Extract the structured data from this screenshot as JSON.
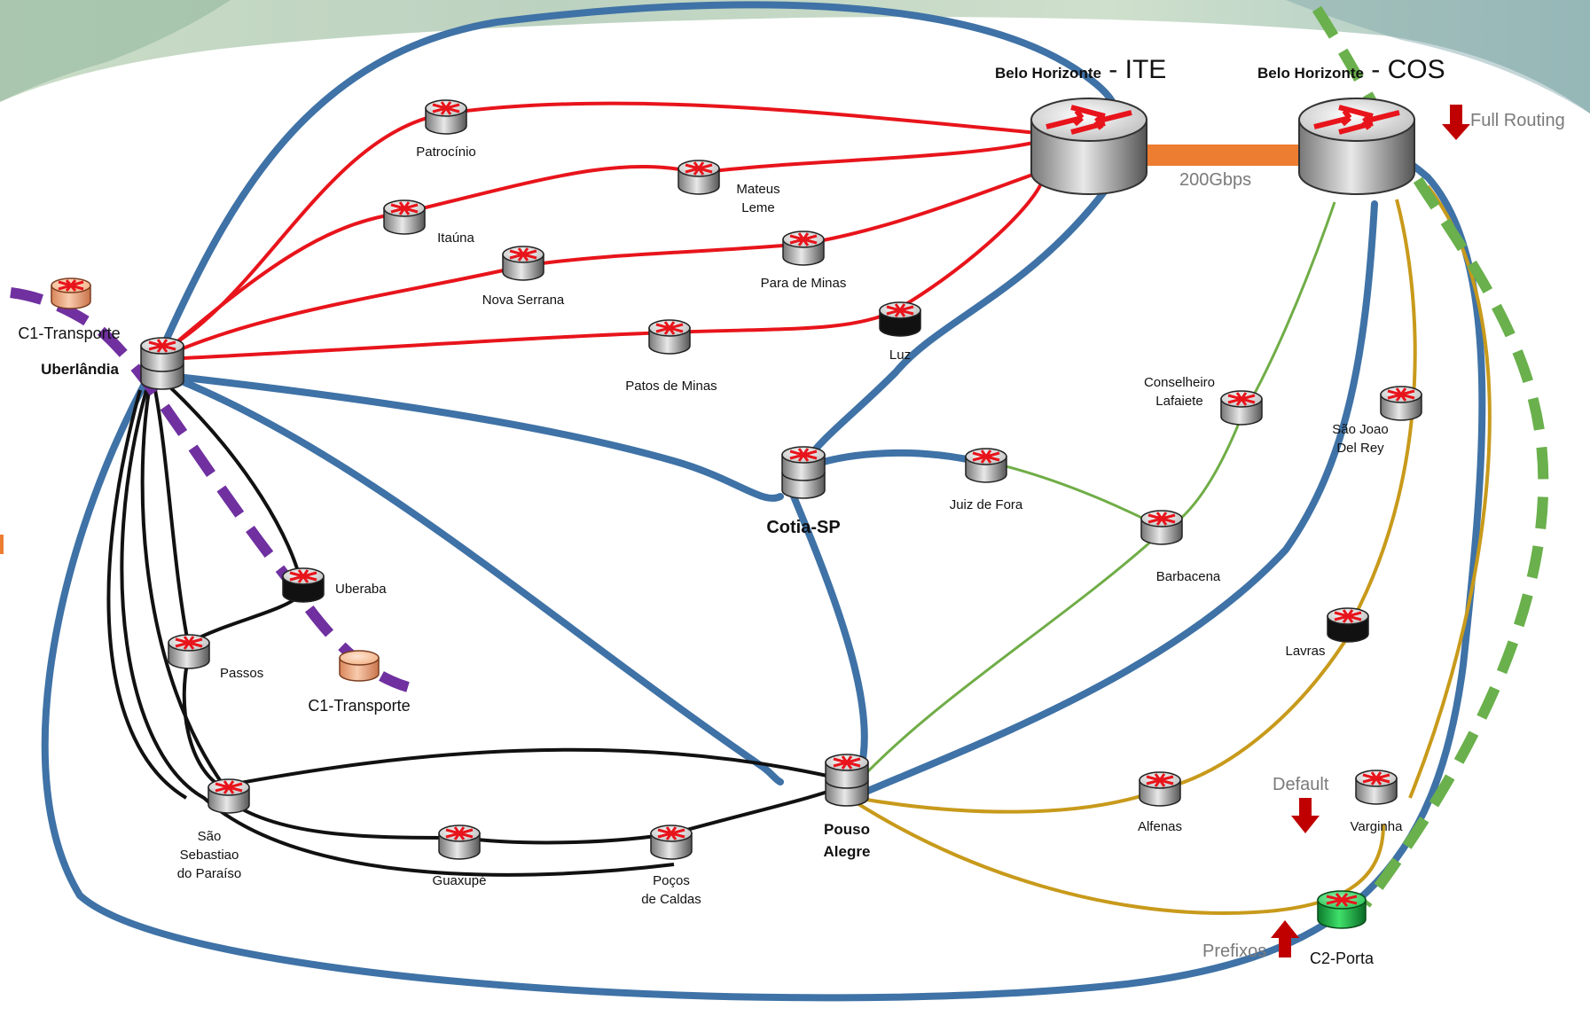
{
  "colors": {
    "red": "#e8141b",
    "blue": "#3f72a6",
    "black": "#111111",
    "green": "#70ad47",
    "green_dash": "#6ab04c",
    "gold": "#c89a1b",
    "orange": "#ed7d31",
    "purple": "#7030a0",
    "arrow_red": "#c00000"
  },
  "headers": {
    "ite": {
      "bold": "Belo Horizonte",
      "suffix": " - ITE"
    },
    "cos": {
      "bold": "Belo Horizonte",
      "suffix": " - COS"
    }
  },
  "link_bandwidth": "200Gbps",
  "annotations": {
    "full_routing": "Full Routing",
    "default": "Default",
    "prefixos": "Prefixos"
  },
  "routers": {
    "patrocinio": {
      "lines": [
        "Patrocínio"
      ]
    },
    "mateus_leme": {
      "lines": [
        "Mateus",
        "Leme"
      ]
    },
    "itauna": {
      "lines": [
        "Itaúna"
      ]
    },
    "nova_serrana": {
      "lines": [
        "Nova Serrana"
      ]
    },
    "para_de_minas": {
      "lines": [
        "Para de Minas"
      ]
    },
    "patos_de_minas": {
      "lines": [
        "Patos de Minas"
      ]
    },
    "luz": {
      "lines": [
        "Luz"
      ]
    },
    "uberlandia": {
      "lines": [
        "Uberlândia"
      ]
    },
    "c1_transporte_top": {
      "lines": [
        "C1-Transporte"
      ]
    },
    "c1_transporte_bottom": {
      "lines": [
        "C1-Transporte"
      ]
    },
    "cotia": {
      "lines": [
        "Cotia-SP"
      ]
    },
    "juiz_de_fora": {
      "lines": [
        "Juiz de Fora"
      ]
    },
    "conselheiro_lafaiete": {
      "lines": [
        "Conselheiro",
        "Lafaiete"
      ]
    },
    "barbacena": {
      "lines": [
        "Barbacena"
      ]
    },
    "sao_joao_del_rey": {
      "lines": [
        "São Joao",
        "Del Rey"
      ]
    },
    "lavras": {
      "lines": [
        "Lavras"
      ]
    },
    "uberaba": {
      "lines": [
        "Uberaba"
      ]
    },
    "passos": {
      "lines": [
        "Passos"
      ]
    },
    "sao_sebastiao": {
      "lines": [
        "São",
        "Sebastiao",
        "do Paraíso"
      ]
    },
    "guaxupe": {
      "lines": [
        "Guaxupé"
      ]
    },
    "pocos_de_caldas": {
      "lines": [
        "Poços",
        "de Caldas"
      ]
    },
    "pouso_alegre": {
      "lines": [
        "Pouso",
        "Alegre"
      ]
    },
    "alfenas": {
      "lines": [
        "Alfenas"
      ]
    },
    "varginha": {
      "lines": [
        "Varginha"
      ]
    },
    "c2_porta": {
      "lines": [
        "C2-Porta"
      ]
    }
  }
}
